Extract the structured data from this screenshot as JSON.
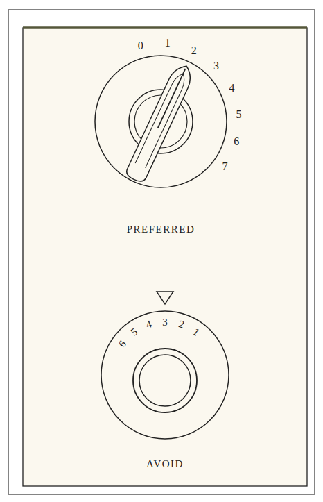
{
  "diagram": {
    "labels": [
      "0",
      "1",
      "2",
      "3",
      "4",
      "5",
      "6",
      "7",
      "PREFERRED",
      "6",
      "5",
      "4",
      "3",
      "2",
      "1",
      "AVOID"
    ]
  }
}
